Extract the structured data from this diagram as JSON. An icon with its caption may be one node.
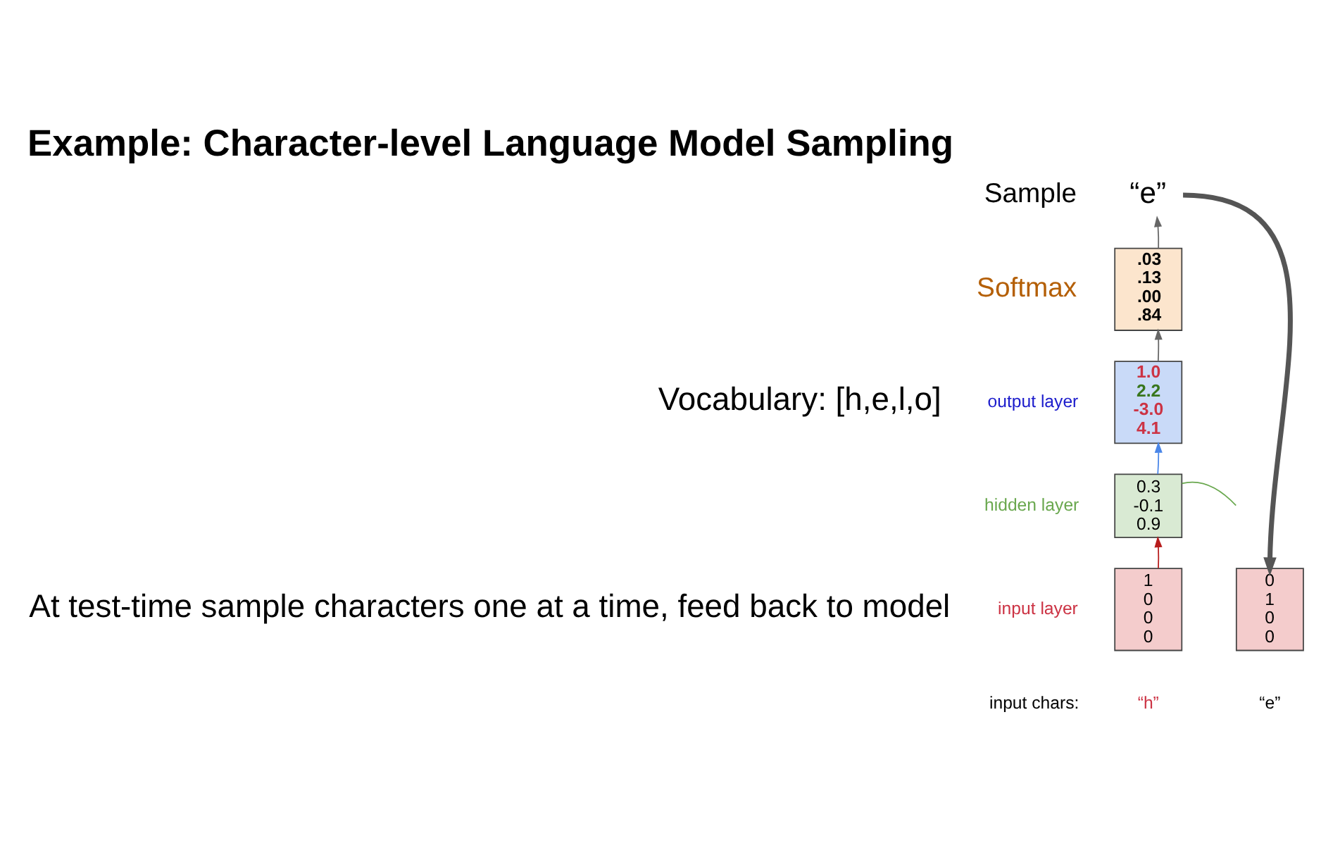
{
  "diagram": {
    "title": "Example: Character-level Language Model Sampling",
    "nodes": [
      {
        "text": [
          "“e”"
        ],
        "beside": [
          "Sample"
        ]
      },
      {
        "text": [
          ".03",
          ".13",
          ".00",
          ".84"
        ],
        "beside": [
          "Softmax"
        ]
      },
      {
        "text": [
          "1.0",
          "2.2",
          "-3.0",
          "4.1"
        ],
        "beside": [
          "output layer"
        ]
      },
      {
        "text": [
          "0.3",
          "-0.1",
          "0.9"
        ],
        "beside": [
          "hidden layer"
        ]
      },
      {
        "text": [
          "1",
          "0",
          "0",
          "0"
        ],
        "beside": [
          "input layer",
          "“h”"
        ]
      },
      {
        "text": [
          "0",
          "1",
          "0",
          "0"
        ],
        "beside": [
          "“e”"
        ]
      }
    ],
    "edges": [
      {
        "from": 4,
        "to": 3,
        "arrow": "to",
        "color": "#b71c1c"
      },
      {
        "from": 3,
        "to": 2,
        "arrow": "to",
        "color": "#4a86e8"
      },
      {
        "from": 2,
        "to": 1,
        "arrow": "to",
        "color": "#666666"
      },
      {
        "from": 1,
        "to": 0,
        "arrow": "to",
        "color": "#666666"
      },
      {
        "from": 3,
        "to": null,
        "arrow": "none",
        "color": "#6aa84f"
      },
      {
        "from": 0,
        "to": 5,
        "arrow": "to",
        "style": "thick",
        "color": "#555555"
      }
    ],
    "labels": [
      "Vocabulary: [h,e,l,o]",
      "At test-time sample characters one at a time, feed back to model",
      "input chars:"
    ]
  }
}
